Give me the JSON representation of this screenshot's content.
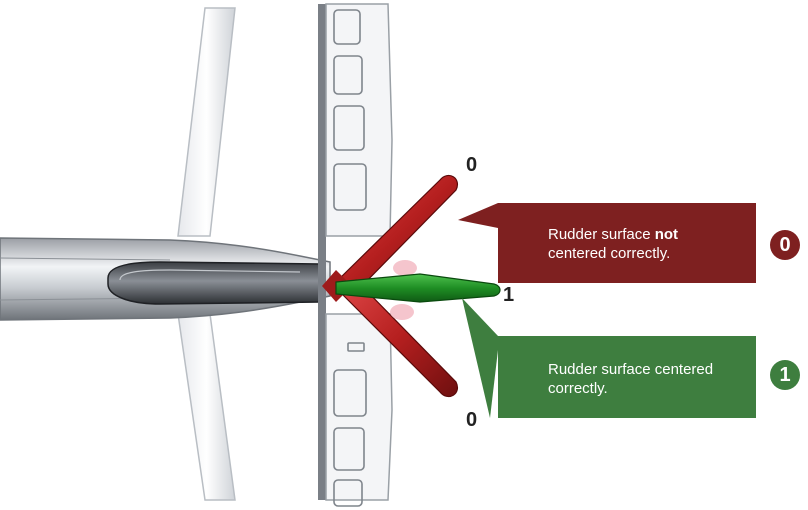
{
  "diagram": {
    "positions": {
      "top": "0",
      "center": "1",
      "bottom": "0"
    },
    "callouts": {
      "incorrect": {
        "text_before": "Rudder surface ",
        "text_bold": "not",
        "text_after": "centered correctly.",
        "badge": "0",
        "color": "#7e2020"
      },
      "correct": {
        "text": "Rudder surface centered correctly.",
        "badge": "1",
        "color": "#3e7e3f"
      }
    }
  }
}
